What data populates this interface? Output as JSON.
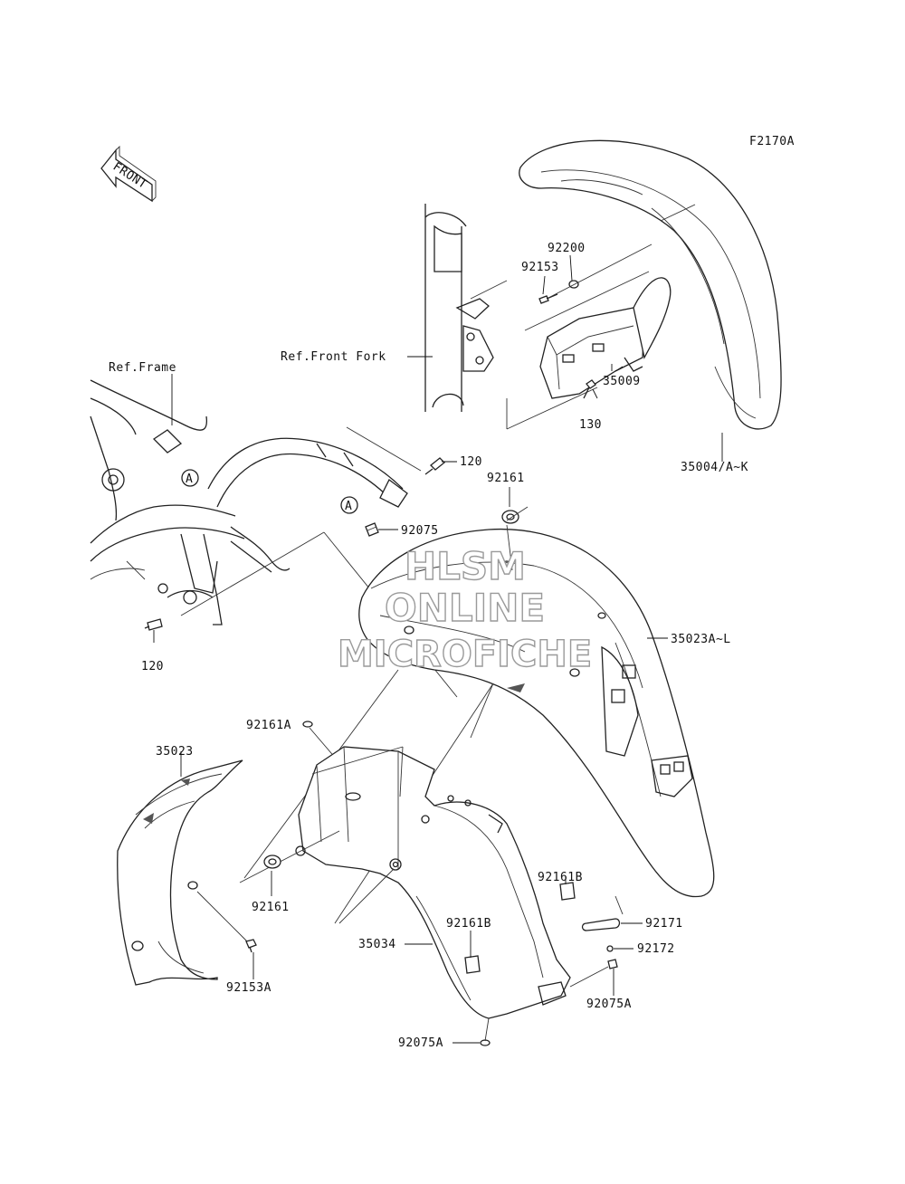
{
  "diagram_code": "F2170A",
  "front_arrow_label": "FRONT",
  "watermark": {
    "line1": "HLSM",
    "line2": "ONLINE",
    "line3": "MICROFICHE"
  },
  "references": {
    "frame": "Ref.Frame",
    "front_fork": "Ref.Front Fork"
  },
  "callout_letter": "A",
  "parts": {
    "p92200": "92200",
    "p92153": "92153",
    "p35009": "35009",
    "p130": "130",
    "p35004": "35004/A~K",
    "p120_top": "120",
    "p92161_top": "92161",
    "p92075": "92075",
    "p120_bottom": "120",
    "p35023AL": "35023A~L",
    "p92161A": "92161A",
    "p35023": "35023",
    "p92161_mid": "92161",
    "p92161B_right": "92161B",
    "p92161B_left": "92161B",
    "p92171": "92171",
    "p92172": "92172",
    "p35034": "35034",
    "p92153A": "92153A",
    "p92075A_right": "92075A",
    "p92075A_bottom": "92075A"
  }
}
